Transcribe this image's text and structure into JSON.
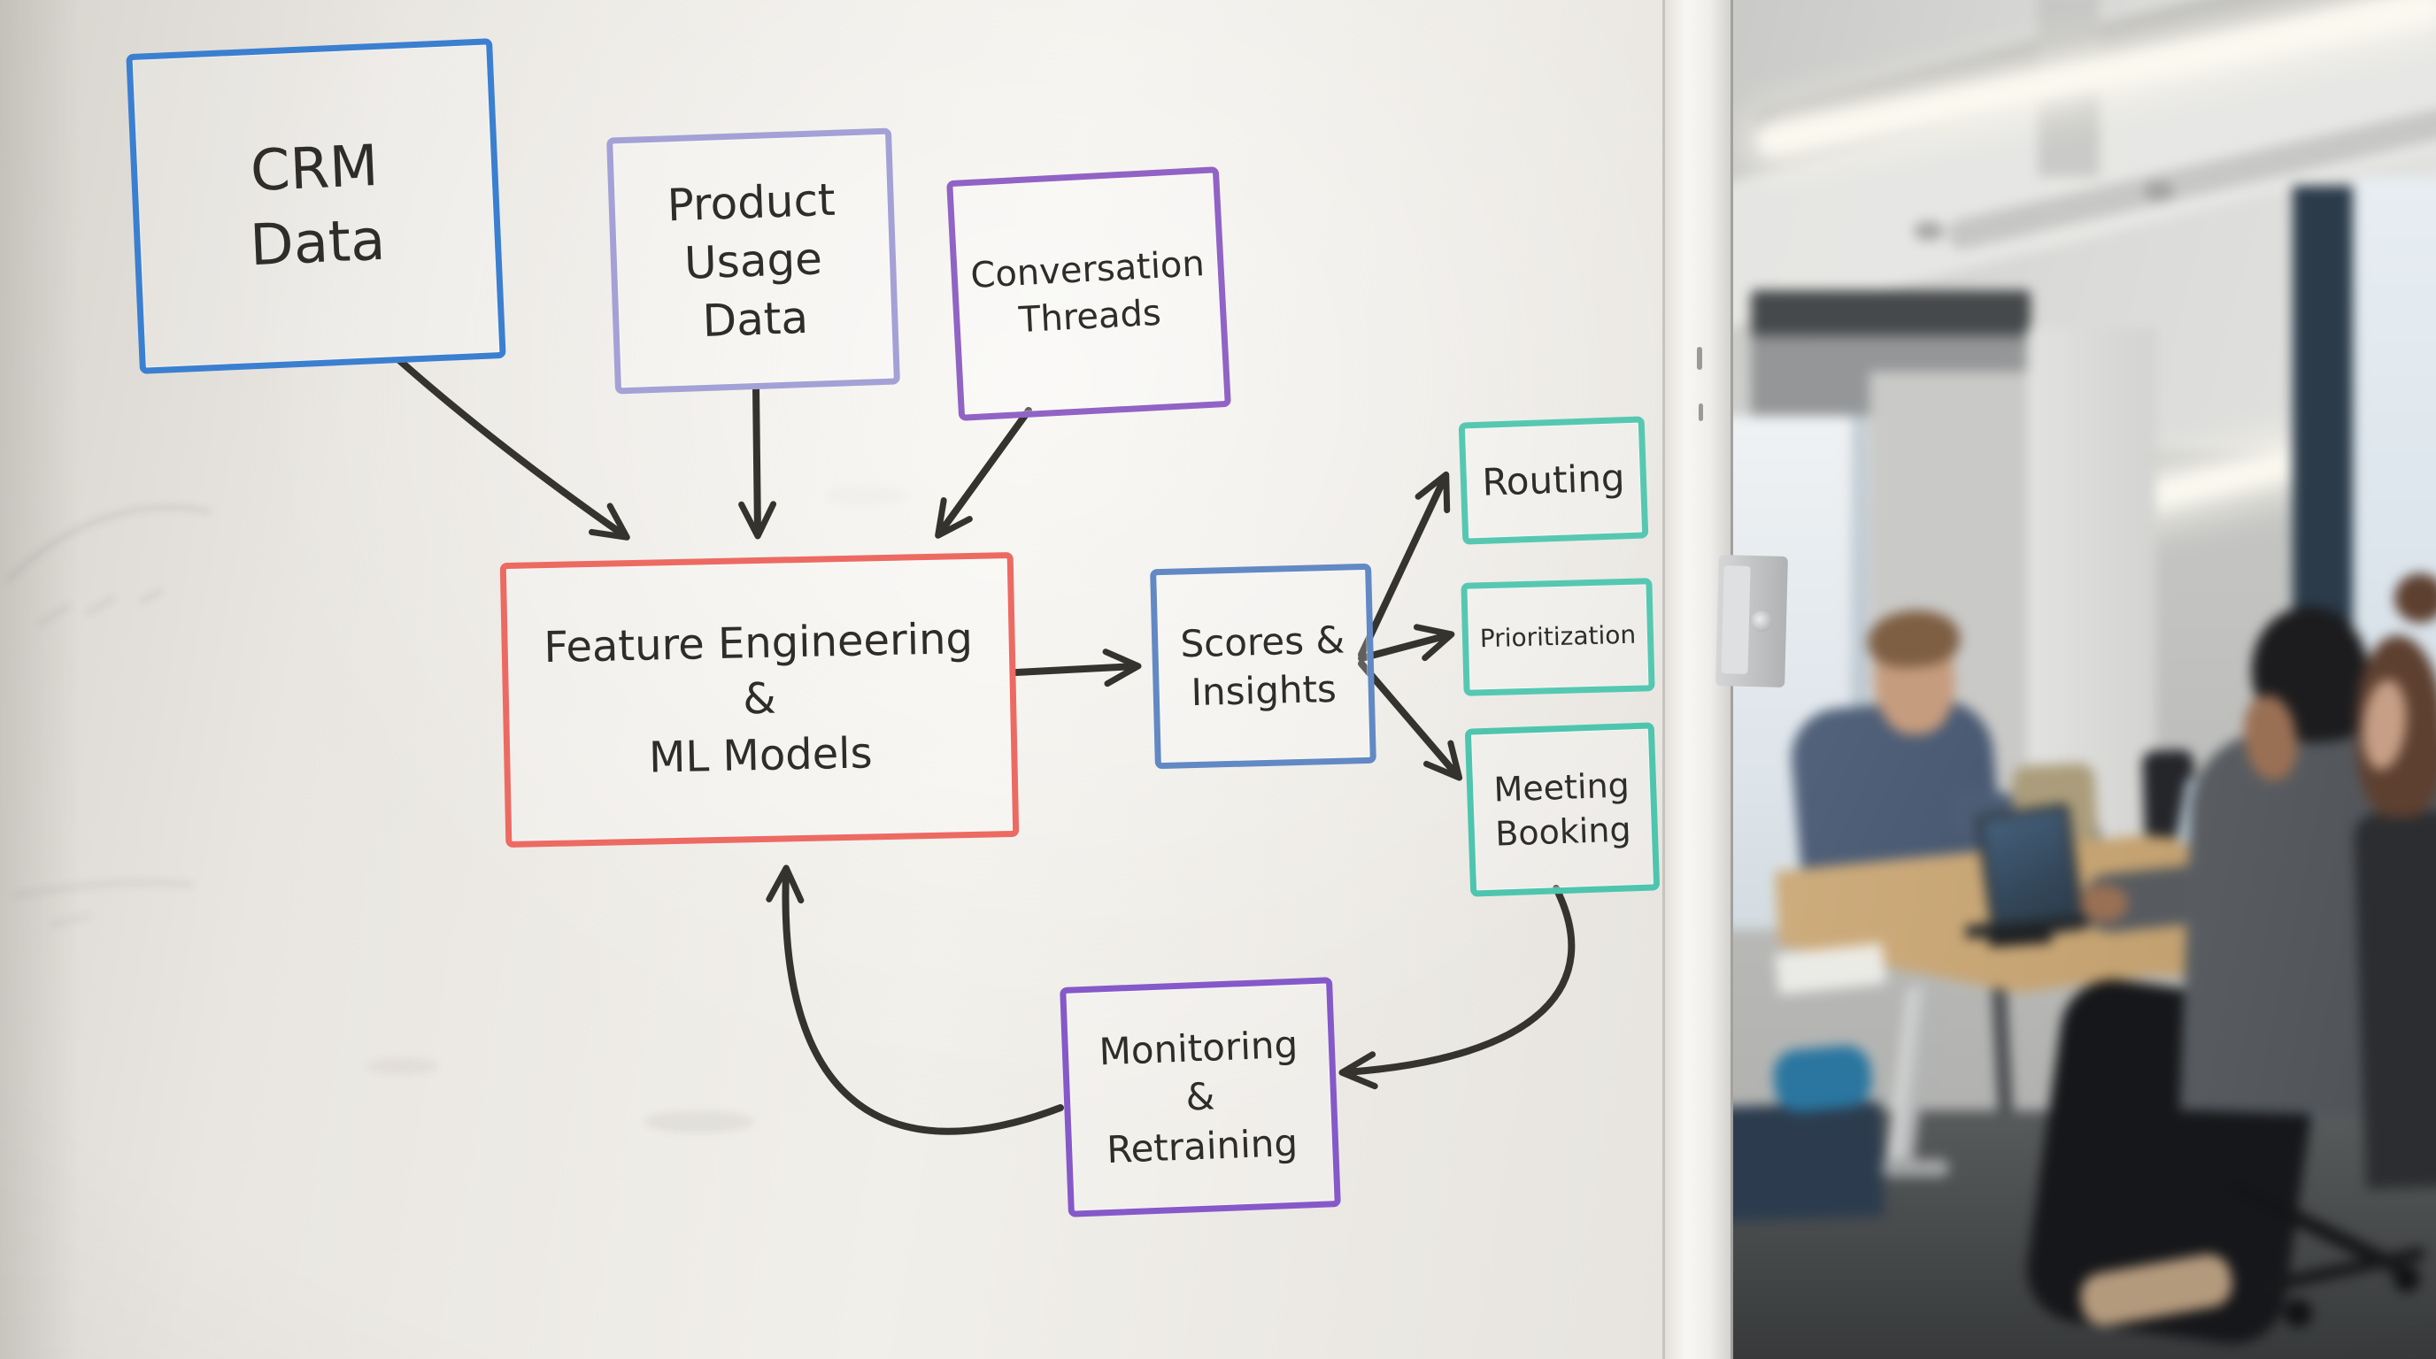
{
  "diagram": {
    "ink": "#35332e",
    "nodes": [
      {
        "id": "crm",
        "label": "CRM\nData",
        "color": "#3b7fd0"
      },
      {
        "id": "product-usage",
        "label": "Product\nUsage\nData",
        "color": "#a3a1d6"
      },
      {
        "id": "conversation",
        "label": "Conversation\nThreads",
        "color": "#9163c5"
      },
      {
        "id": "feature-ml",
        "label": "Feature Engineering\n&\nML Models",
        "color": "#ed6a62"
      },
      {
        "id": "scores",
        "label": "Scores &\nInsights",
        "color": "#6289c4"
      },
      {
        "id": "routing",
        "label": "Routing",
        "color": "#56c8b2"
      },
      {
        "id": "prioritization",
        "label": "Prioritization",
        "color": "#56c8b2"
      },
      {
        "id": "meeting",
        "label": "Meeting\nBooking",
        "color": "#4ec5ae"
      },
      {
        "id": "monitoring",
        "label": "Monitoring\n&\nRetraining",
        "color": "#8559c9"
      }
    ],
    "edges": [
      {
        "from": "CRM Data",
        "to": "Feature Engineering & ML Models"
      },
      {
        "from": "Product Usage Data",
        "to": "Feature Engineering & ML Models"
      },
      {
        "from": "Conversation Threads",
        "to": "Feature Engineering & ML Models"
      },
      {
        "from": "Feature Engineering & ML Models",
        "to": "Scores & Insights"
      },
      {
        "from": "Scores & Insights",
        "to": "Routing"
      },
      {
        "from": "Scores & Insights",
        "to": "Prioritization"
      },
      {
        "from": "Scores & Insights",
        "to": "Meeting Booking"
      },
      {
        "from": "Meeting Booking",
        "to": "Monitoring & Retraining"
      },
      {
        "from": "Monitoring & Retraining",
        "to": "Feature Engineering & ML Models"
      }
    ]
  },
  "scene": {
    "surface": "whiteboard-photo",
    "palette": {
      "board": "#ece9e4",
      "wall": "#c2c3c1",
      "table_wood": "#c8a776",
      "chair_accent_blue": "#2c7da8",
      "floor": "#3c3e40"
    }
  }
}
